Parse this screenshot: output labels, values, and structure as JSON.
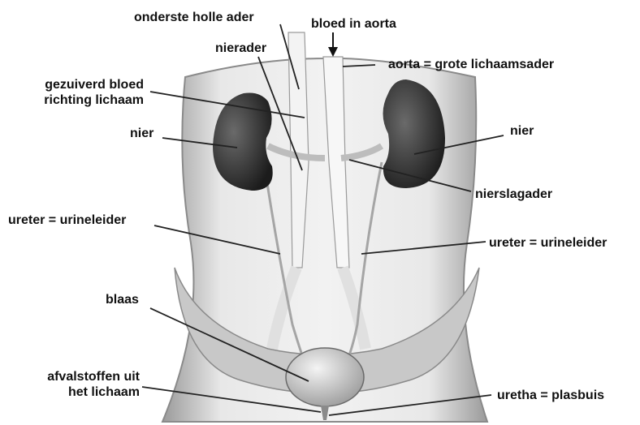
{
  "labels": {
    "onderste_holle_ader": "onderste holle ader",
    "bloed_in_aorta": "bloed in aorta",
    "nierader": "nierader",
    "aorta": "aorta = grote lichaamsader",
    "gezuiverd_bloed_line1": "gezuiverd bloed",
    "gezuiverd_bloed_line2": "richting lichaam",
    "nier_left": "nier",
    "nier_right": "nier",
    "nierslagader": "nierslagader",
    "ureter_left": "ureter = urineleider",
    "ureter_right": "ureter = urineleider",
    "blaas": "blaas",
    "afvalstoffen_line1": "afvalstoffen uit",
    "afvalstoffen_line2": "het lichaam",
    "uretha": "uretha = plasbuis"
  },
  "colors": {
    "body": "#d9d9d9",
    "kidney": "#2e2e2e",
    "vessel": "#ececec",
    "leader": "#222222"
  }
}
